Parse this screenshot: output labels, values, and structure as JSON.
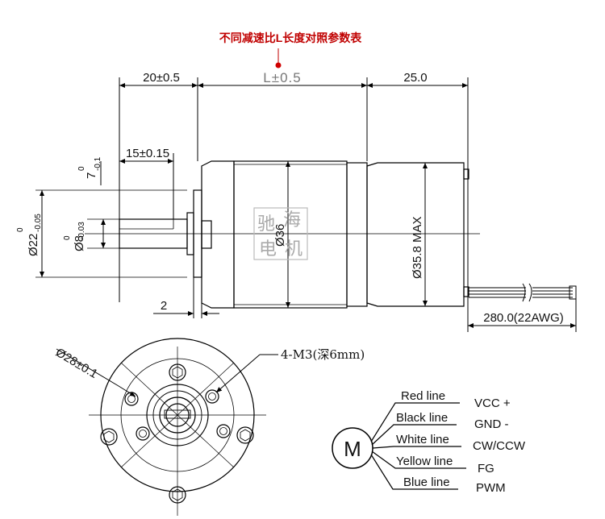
{
  "title_note": "不同减速比L长度对照参数表",
  "dimensions": {
    "shaft_len": "20±0.5",
    "body_len": "L±0.5",
    "motor_len": "25.0",
    "flat_len": "15±0.15",
    "flat_depth": "7",
    "flat_depth_tol_up": "0",
    "flat_depth_tol_dn": "-0.1",
    "boss_dia": "Ø22",
    "boss_tol_up": "0",
    "boss_tol_dn": "-0.05",
    "shaft_dia": "Ø8",
    "shaft_tol_up": "0",
    "shaft_tol_dn": "-0.03",
    "gearbox_dia": "Ø36",
    "motor_dia": "Ø35.8 MAX",
    "step": "2",
    "lead_len": "280.0(22AWG)",
    "flange_dia": "Ø28±0.1",
    "thread": "4-M3(深6mm)"
  },
  "watermark": [
    "驰",
    "海",
    "电",
    "机"
  ],
  "wiring": {
    "motor_symbol": "M",
    "lines": [
      {
        "name": "Red line",
        "signal": "VCC +"
      },
      {
        "name": "Black line",
        "signal": "GND -"
      },
      {
        "name": "White line",
        "signal": "CW/CCW"
      },
      {
        "name": "Yellow line",
        "signal": "FG"
      },
      {
        "name": "Blue line",
        "signal": "PWM"
      }
    ]
  }
}
